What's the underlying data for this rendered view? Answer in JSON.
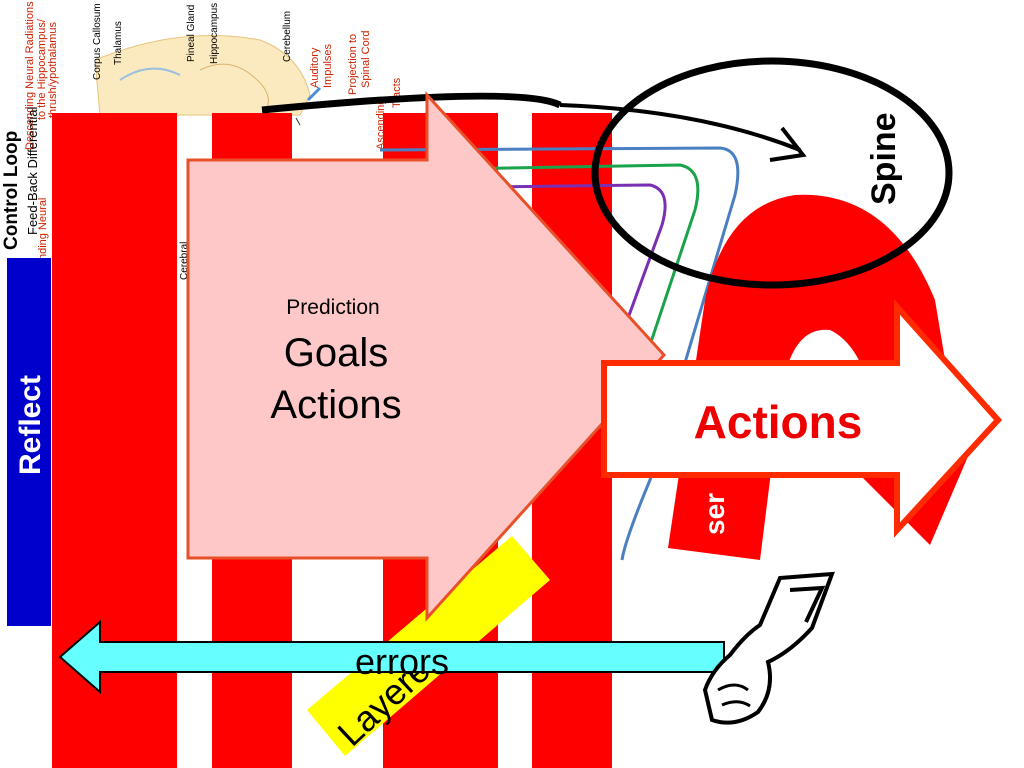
{
  "colors": {
    "red": "#ff0000",
    "pink_arrow": "#ffc8c8",
    "cyan_arrow": "#66ffff",
    "blue_bar": "#0000cc",
    "yellow_bar": "#ffff00",
    "brain_labels": "#cc2200"
  },
  "brain_labels": {
    "descending_neural": "Descending Neural Radiations",
    "to_hippocampus": "to the Hippocampus/",
    "hypothalamus": "thrush/ypothalamus",
    "corpus_callosum": "Corpus Callosum",
    "thalamus": "Thalamus",
    "pineal_gland": "Pineal Gland",
    "hippocampus": "Hippocampus",
    "cerebellum": "Cerebellum",
    "auditory": "Auditory",
    "impulses": "Impulses",
    "projection_to": "Projection to",
    "spinal_cord": "Spinal Cord",
    "ascending": "Ascending",
    "tracts": "Tracts",
    "cerebral": "Cerebral"
  },
  "control_loop": {
    "title": "Control Loop",
    "feedback": "Feed-Back Differential",
    "ending_neural": "nding Neural"
  },
  "reflect_label": "Reflect",
  "spine_label": "Spine",
  "prediction_arrow": {
    "line1": "Prediction",
    "line2": "Goals",
    "line3": "Actions"
  },
  "actions_arrow_label": "Actions",
  "sensory_label": "ser",
  "errors_label": "errors",
  "layered_label": "Layered"
}
